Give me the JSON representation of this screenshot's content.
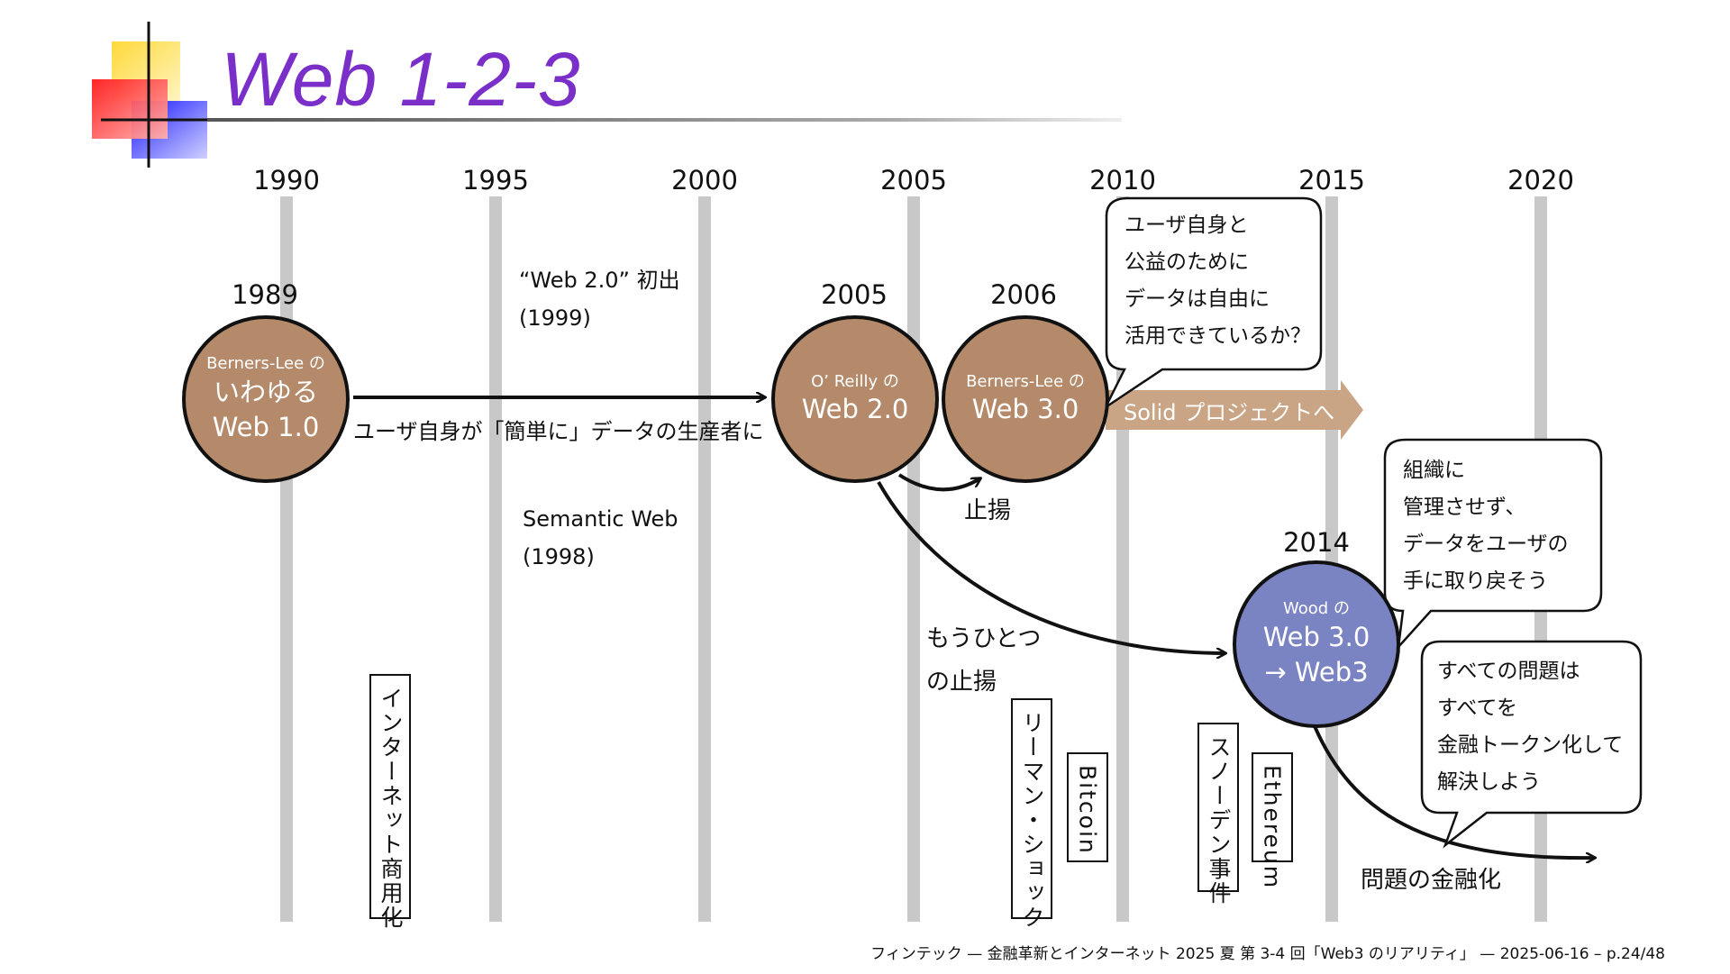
{
  "title": "Web 1-2-3",
  "years": [
    "1990",
    "1995",
    "2000",
    "2005",
    "2010",
    "2015",
    "2020"
  ],
  "event_years": {
    "y1989": "1989",
    "y2005": "2005",
    "y2006": "2006",
    "y2014": "2014"
  },
  "circles": {
    "web1": {
      "small": "Berners-Lee の",
      "line1": "いわゆる",
      "line2": "Web 1.0"
    },
    "web2": {
      "small": "O’ Reilly の",
      "line1": "Web 2.0"
    },
    "web3": {
      "small": "Berners-Lee の",
      "line1": "Web 3.0"
    },
    "wood": {
      "small": "Wood の",
      "line1": "Web 3.0",
      "line2": "→ Web3"
    }
  },
  "annotations": {
    "web20_first_1": "“Web 2.0” 初出",
    "web20_first_2": "(1999)",
    "producer": "ユーザ自身が「簡単に」データの生産者に",
    "semantic_1": "Semantic Web",
    "semantic_2": "(1998)",
    "aufheben": "止揚",
    "another_1": "もうひとつ",
    "another_2": "の止揚",
    "solid": "Solid プロジェクトへ",
    "financialization": "問題の金融化"
  },
  "callouts": {
    "top": [
      "ユーザ自身と",
      "公益のために",
      "データは自由に",
      "活用できているか？"
    ],
    "middle": [
      "組織に",
      "管理させず、",
      "データをユーザの",
      "手に取り戻そう"
    ],
    "bottom": [
      "すべての問題は",
      "すべてを",
      "金融トークン化して",
      "解決しよう"
    ]
  },
  "vertical_events": {
    "internet": "インターネット商用化",
    "lehman": "リーマン・ショック",
    "bitcoin": "Bitcoin",
    "snowden": "スノーデン事件",
    "ethereum": "Ethereum"
  },
  "footer": "フィンテック — 金融革新とインターネット 2025 夏 第 3-4 回「Web3 のリアリティ」 — 2025-06-16 – p.24/48",
  "colors": {
    "title": "#7a2fc9",
    "brown_circle": "#b48a6a",
    "blue_circle": "#7b84c2",
    "timeline_bar": "#c8c8c8",
    "solid_arrow": "#c9a585"
  }
}
